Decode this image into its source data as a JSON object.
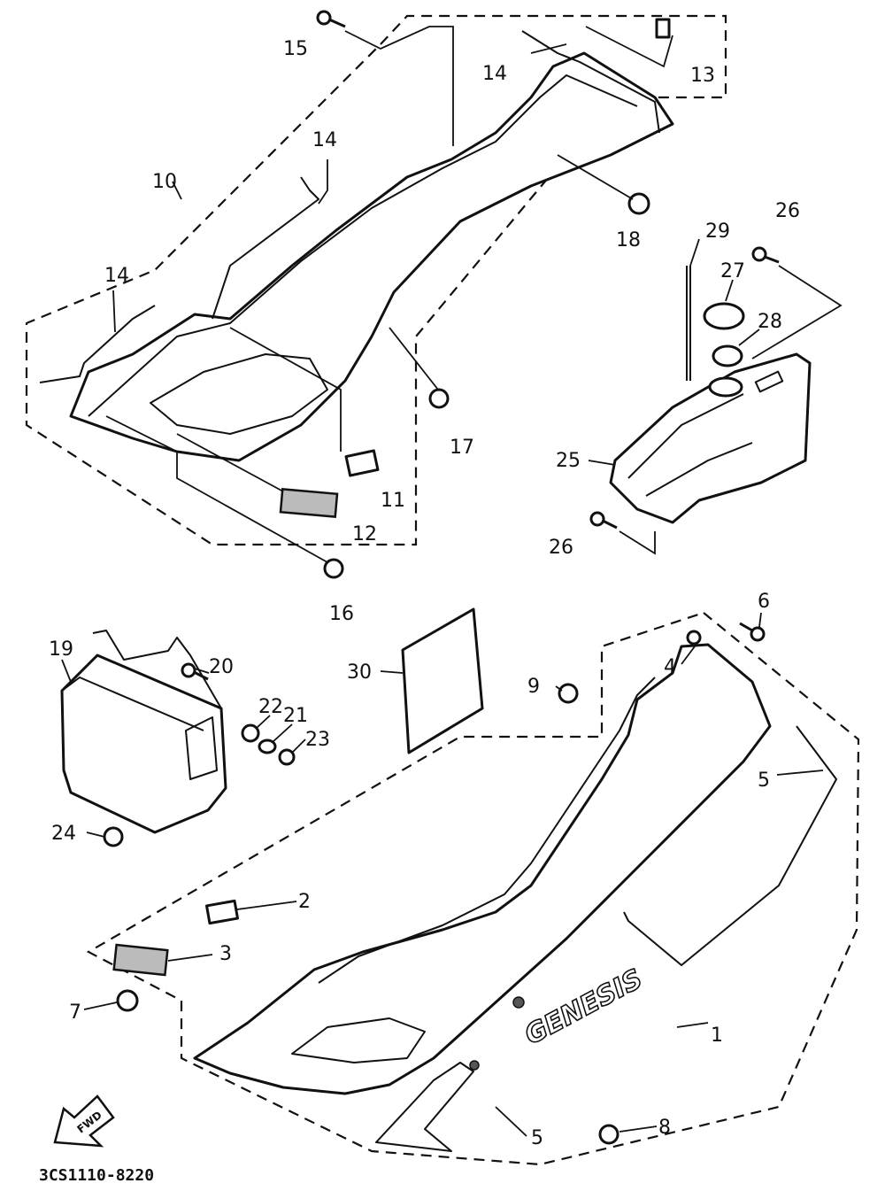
{
  "labels": {
    "l1": "1",
    "l2": "2",
    "l3": "3",
    "l4": "4",
    "l5a": "5",
    "l5b": "5",
    "l6": "6",
    "l7": "7",
    "l8": "8",
    "l9": "9",
    "l10": "10",
    "l11": "11",
    "l12": "12",
    "l13": "13",
    "l14a": "14",
    "l14b": "14",
    "l14c": "14",
    "l15": "15",
    "l16": "16",
    "l17": "17",
    "l18": "18",
    "l19": "19",
    "l20": "20",
    "l21": "21",
    "l22": "22",
    "l23": "23",
    "l24": "24",
    "l25": "25",
    "l26a": "26",
    "l26b": "26",
    "l27": "27",
    "l28": "28",
    "l29": "29",
    "l30": "30"
  },
  "brand_text": "GENESIS",
  "fwd_text": "FWD",
  "diagram_code": "3CS1110-8220"
}
